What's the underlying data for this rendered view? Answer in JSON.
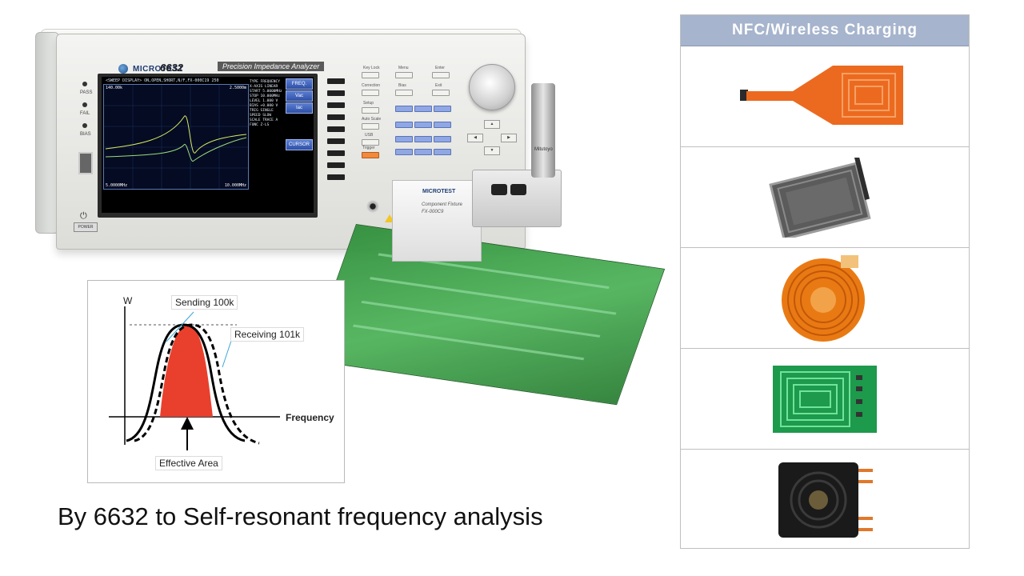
{
  "instrument": {
    "brand": "MICROTEST",
    "model": "6632",
    "subtitle": "Precision Impedance Analyzer",
    "indicators": [
      "PASS",
      "FAIL",
      "BIAS"
    ],
    "power_label": "POWER",
    "screen": {
      "header": "<SWEEP DISPLAY>   ON,OPEN,SHORT,N/F,FX-000C19  250",
      "params": [
        "TYPE  FREQUENCY",
        "X-AXIS LINEAR",
        "START 5.0000MHz",
        "STOP  10.000MHz",
        "LEVEL 1.000 V",
        "BIAS  +0.000 V",
        "TRIG  SINGLE",
        "SPEED SLOW",
        "SCALE TRACE A",
        "FUNC  Z-LS"
      ],
      "soft_keys": [
        "FREQ.",
        "Vac",
        "Iac",
        "CURSOR"
      ],
      "plot_top_left": "140.00k",
      "plot_top_right": "2.5000m",
      "plot_bottom_left": "5.0000MHz",
      "plot_bottom_right": "10.000MHz"
    },
    "keypad_labels": [
      "Key Lock",
      "Menu",
      "Enter",
      "Correction",
      "Bias",
      "Exit",
      "Setup",
      "Auto Scale",
      "USB",
      "Trigger"
    ],
    "fixture": {
      "brand": "MICROTEST",
      "label_line1": "Component Fixture",
      "label_line2": "FX-000C9"
    },
    "micrometer_brand": "Mitutoyo"
  },
  "diagram": {
    "y_label": "W",
    "x_label": "Frequency",
    "sending_label": "Sending 100k",
    "receiving_label": "Receiving 101k",
    "effective_label": "Effective Area",
    "colors": {
      "fill": "#e8402d",
      "curve": "#000000"
    }
  },
  "caption": "By 6632 to Self-resonant frequency analysis",
  "nfc_table": {
    "header": "NFC/Wireless  Charging",
    "rows": [
      {
        "icon": "orange-flex-antenna"
      },
      {
        "icon": "rectangular-nfc-coil"
      },
      {
        "icon": "round-spiral-coil"
      },
      {
        "icon": "pcb-coil"
      },
      {
        "icon": "black-charging-pad-coil"
      }
    ],
    "colors": {
      "header_bg": "#a6b4cd"
    }
  }
}
